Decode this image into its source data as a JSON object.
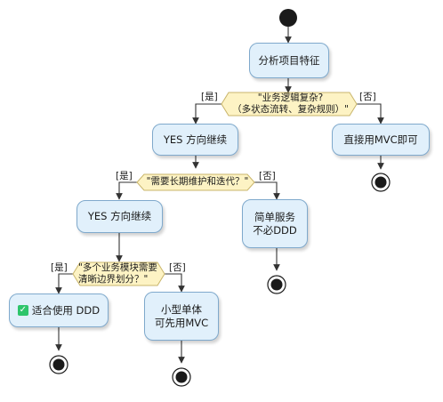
{
  "nodes": {
    "analyze": "分析项目特征",
    "yes1": "YES 方向继续",
    "direct_mvc": "直接用MVC即可",
    "yes2": "YES 方向继续",
    "simple_service": "简单服务\n不必DDD",
    "suitable_ddd": "适合使用 DDD",
    "small_mvc": "小型单体\n可先用MVC"
  },
  "decisions": {
    "d1": "\"业务逻辑复杂?\n（多状态流转、复杂规则）\"",
    "d2": "\"需要长期维护和迭代？\"",
    "d3": "\"多个业务模块需要\n清晰边界划分？\""
  },
  "branch_labels": {
    "yes": "[是]",
    "no": "[否]"
  },
  "icons": {
    "check": "✓"
  },
  "colors": {
    "node_fill": "#e1f0fb",
    "node_border": "#7fa9cc",
    "decision_fill": "#fdf3c4",
    "decision_border": "#c9b56b",
    "check_green": "#2ec56b"
  }
}
